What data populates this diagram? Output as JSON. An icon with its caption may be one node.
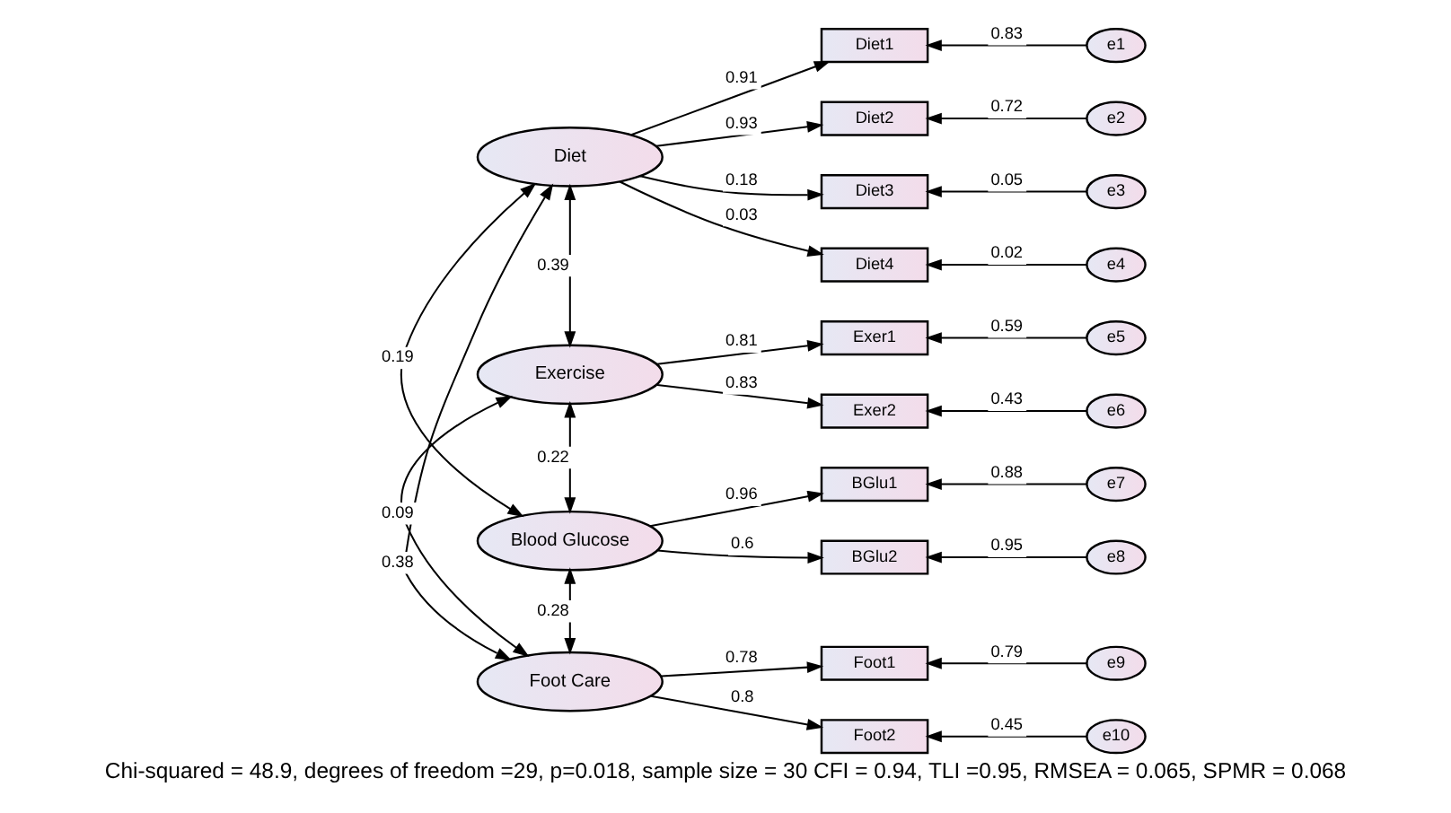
{
  "diagram": {
    "caption": "Chi-squared = 48.9, degrees of freedom =29, p=0.018, sample size = 30 CFI = 0.94, TLI =0.95, RMSEA = 0.065, SPMR = 0.068",
    "nodes": [
      {
        "text": [
          "Diet"
        ]
      },
      {
        "text": [
          "Diet1"
        ]
      },
      {
        "text": [
          "Diet2"
        ]
      },
      {
        "text": [
          "Diet3"
        ]
      },
      {
        "text": [
          "Diet4"
        ]
      },
      {
        "text": [
          "e1"
        ]
      },
      {
        "text": [
          "e2"
        ]
      },
      {
        "text": [
          "e3"
        ]
      },
      {
        "text": [
          "e4"
        ]
      },
      {
        "text": [
          "Exercise"
        ]
      },
      {
        "text": [
          "Exer1"
        ]
      },
      {
        "text": [
          "Exer2"
        ]
      },
      {
        "text": [
          "e5"
        ]
      },
      {
        "text": [
          "e6"
        ]
      },
      {
        "text": [
          "Blood Glucose"
        ]
      },
      {
        "text": [
          "BGlu1"
        ]
      },
      {
        "text": [
          "BGlu2"
        ]
      },
      {
        "text": [
          "e7"
        ]
      },
      {
        "text": [
          "e8"
        ]
      },
      {
        "text": [
          "Foot Care"
        ]
      },
      {
        "text": [
          "Foot1"
        ]
      },
      {
        "text": [
          "Foot2"
        ]
      },
      {
        "text": [
          "e9"
        ]
      },
      {
        "text": [
          "e10"
        ]
      }
    ],
    "edges": [
      {
        "from": 0,
        "to": 1,
        "arrow": "to",
        "label": "0.91"
      },
      {
        "from": 0,
        "to": 2,
        "arrow": "to",
        "label": "0.93"
      },
      {
        "from": 0,
        "to": 3,
        "arrow": "to",
        "label": "0.18"
      },
      {
        "from": 0,
        "to": 4,
        "arrow": "to",
        "label": "0.03"
      },
      {
        "from": 5,
        "to": 1,
        "arrow": "to",
        "label": "0.83"
      },
      {
        "from": 6,
        "to": 2,
        "arrow": "to",
        "label": "0.72"
      },
      {
        "from": 7,
        "to": 3,
        "arrow": "to",
        "label": "0.05"
      },
      {
        "from": 8,
        "to": 4,
        "arrow": "to",
        "label": "0.02"
      },
      {
        "from": 9,
        "to": 10,
        "arrow": "to",
        "label": "0.81"
      },
      {
        "from": 9,
        "to": 11,
        "arrow": "to",
        "label": "0.83"
      },
      {
        "from": 12,
        "to": 10,
        "arrow": "to",
        "label": "0.59"
      },
      {
        "from": 13,
        "to": 11,
        "arrow": "to",
        "label": "0.43"
      },
      {
        "from": 14,
        "to": 15,
        "arrow": "to",
        "label": "0.96"
      },
      {
        "from": 14,
        "to": 16,
        "arrow": "to",
        "label": "0.6"
      },
      {
        "from": 17,
        "to": 15,
        "arrow": "to",
        "label": "0.88"
      },
      {
        "from": 18,
        "to": 16,
        "arrow": "to",
        "label": "0.95"
      },
      {
        "from": 19,
        "to": 20,
        "arrow": "to",
        "label": "0.78"
      },
      {
        "from": 19,
        "to": 21,
        "arrow": "to",
        "label": "0.8"
      },
      {
        "from": 22,
        "to": 20,
        "arrow": "to",
        "label": "0.79"
      },
      {
        "from": 23,
        "to": 21,
        "arrow": "to",
        "label": "0.45"
      },
      {
        "from": 0,
        "to": 9,
        "arrow": "both",
        "label": "0.39"
      },
      {
        "from": 0,
        "to": 14,
        "arrow": "both",
        "label": "0.19"
      },
      {
        "from": 0,
        "to": 19,
        "arrow": "both",
        "label": "0.38"
      },
      {
        "from": 9,
        "to": 14,
        "arrow": "both",
        "label": "0.22"
      },
      {
        "from": 9,
        "to": 19,
        "arrow": "both",
        "label": "0.09"
      },
      {
        "from": 14,
        "to": 19,
        "arrow": "both",
        "label": "0.28"
      }
    ]
  }
}
